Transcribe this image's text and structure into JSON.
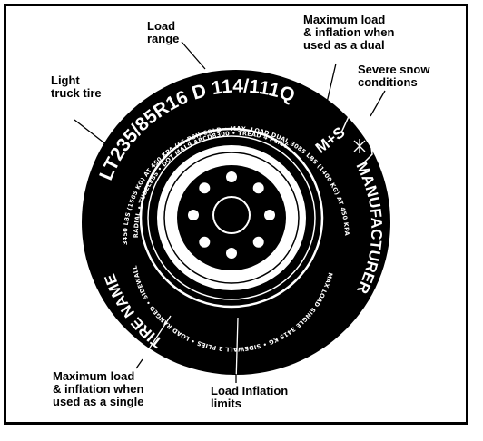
{
  "callouts": {
    "load_range": "Load\nrange",
    "max_load_dual": "Maximum load\n& inflation when\nused as a dual",
    "severe_snow": "Severe snow\nconditions",
    "light_truck": "Light\ntruck tire",
    "max_load_single": "Maximum load\n& inflation when\nused as a single",
    "load_inflation_limits": "Load Inflation\nlimits"
  },
  "tire": {
    "size_code": "LT235/85R16 D 114/111Q",
    "snow_mark": "M+S",
    "manufacturer": "MANUFACTURER",
    "tire_name": "TIRE NAME",
    "upper_fine_print": "3450 LBS (1565 KG) AT 450 KPA (65 PSI) COLD • MAX. LOAD DUAL 3085 LBS (1400 KG) AT 450 KPA (65 PSI) COLD",
    "inner_fine_print": "RADIAL • TUBELESS • DOT MAL9 ABCD8300 • TREAD 4 PLIES",
    "lower_fine_print": "MAX LOAD SINGLE 3415 KG • SIDEWALL 2 PLIES • LOAD RANGED • SIDEWALL 2 CORD"
  },
  "colors": {
    "tire": "#000000",
    "rim": "#ffffff",
    "text": "#000000"
  }
}
